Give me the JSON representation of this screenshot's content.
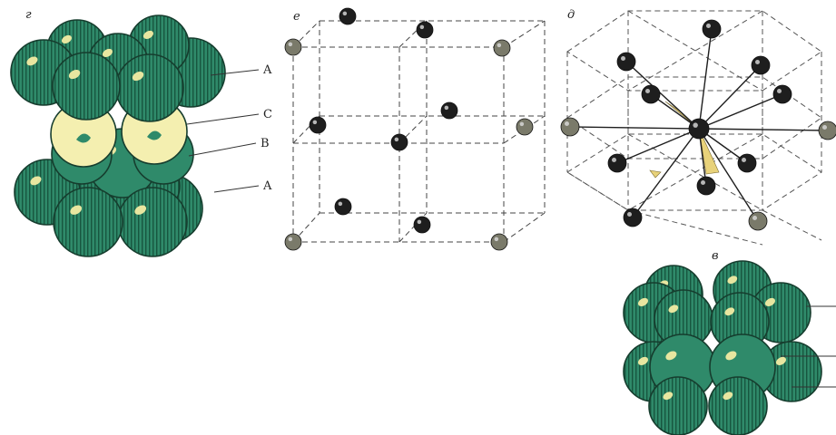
{
  "panels": {
    "g": {
      "letter": "г",
      "layers": [
        "A",
        "C",
        "B",
        "A"
      ]
    },
    "e": {
      "letter": "е"
    },
    "d": {
      "letter": "д"
    },
    "v": {
      "letter": "в"
    }
  },
  "colors": {
    "sphere_green": "#2f8a6a",
    "sphere_cream": "#f4efb0",
    "atom_dark": "#1e1e1e",
    "atom_grey": "#7a7a6a",
    "highlight": "#e8e6a0",
    "wedge": "#e8d27a"
  }
}
